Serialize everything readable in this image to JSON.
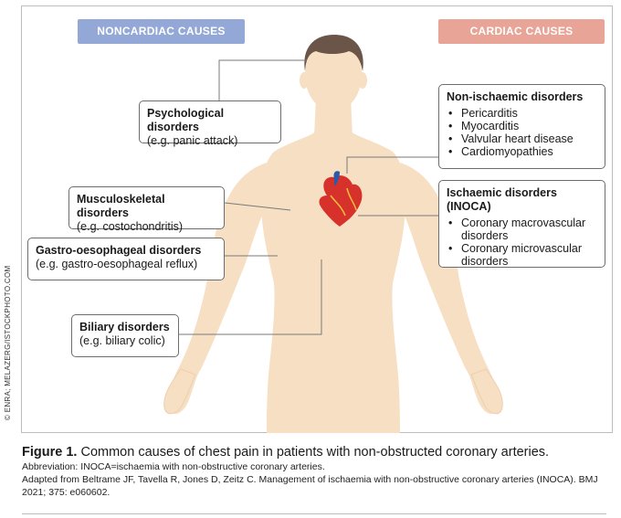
{
  "labels": {
    "noncardiac": "NONCARDIAC CAUSES",
    "cardiac": "CARDIAC CAUSES"
  },
  "noncardiac": [
    {
      "title": "Psychological disorders",
      "example": "(e.g. panic attack)"
    },
    {
      "title": "Musculoskeletal disorders",
      "example": "(e.g. costochondritis)"
    },
    {
      "title": "Gastro-oesophageal disorders",
      "example": "(e.g. gastro-oesophageal reflux)"
    },
    {
      "title": "Biliary disorders",
      "example": "(e.g. biliary colic)"
    }
  ],
  "cardiac": [
    {
      "title": "Non-ischaemic disorders",
      "items": [
        "Pericarditis",
        "Myocarditis",
        "Valvular heart disease",
        "Cardiomyopathies"
      ]
    },
    {
      "title": "Ischaemic disorders (INOCA)",
      "items": [
        "Coronary macrovascular disorders",
        "Coronary microvascular disorders"
      ]
    }
  ],
  "credit": "© ENRA; MELAZERG/ISTOCKPHOTO.COM",
  "caption": {
    "figure_label": "Figure 1.",
    "title": " Common causes of chest pain in patients with non-obstructed coronary arteries.",
    "abbreviation": "Abbreviation: INOCA=ischaemia with non-obstructive coronary arteries.",
    "source": "Adapted from Beltrame JF, Tavella R, Jones D, Zeitz C. Management of ischaemia with non-obstructive coronary arteries (INOCA). BMJ 2021; 375: e060602."
  },
  "colors": {
    "noncardiac_pill": "#93a8d6",
    "cardiac_pill": "#e8a496",
    "skin": "#f6dfc3",
    "hair": "#6b5448",
    "heart": "#d6322b"
  }
}
